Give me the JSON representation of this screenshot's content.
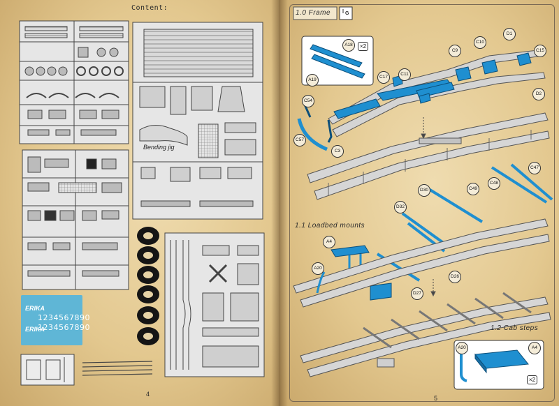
{
  "left_page": {
    "contents_title": "Content:",
    "bending_jig_label": "Bending jig",
    "page_number": "4",
    "decal_word_1": "ERIKA",
    "decal_word_2": "ERIKA",
    "decal_digits_1": "1234567890",
    "decal_digits_2": "1234567890"
  },
  "right_page": {
    "page_number": "5",
    "sections": [
      {
        "title": "1.0 Frame"
      },
      {
        "title": "1.1 Loadbed mounts"
      },
      {
        "title": "1.2 Cab steps"
      }
    ],
    "glue_icon_letter": "G",
    "frame_callouts": [
      "A18",
      "A19",
      "D1",
      "C9",
      "C10",
      "C15",
      "C17",
      "C11",
      "D2",
      "C54",
      "C57",
      "C3"
    ],
    "frame_multiplier": "×2",
    "loadbed_callouts": [
      "C47",
      "C48",
      "C49",
      "D30",
      "D32",
      "A4",
      "A20",
      "D27",
      "D26"
    ],
    "cab_callouts": [
      "A20",
      "A4"
    ],
    "cab_multiplier": "×2"
  },
  "colors": {
    "paper": "#e8d2a0",
    "part_blue": "#1f8fd0",
    "part_grey": "#d4d4d4",
    "decal_blue": "#5fb6d6"
  }
}
